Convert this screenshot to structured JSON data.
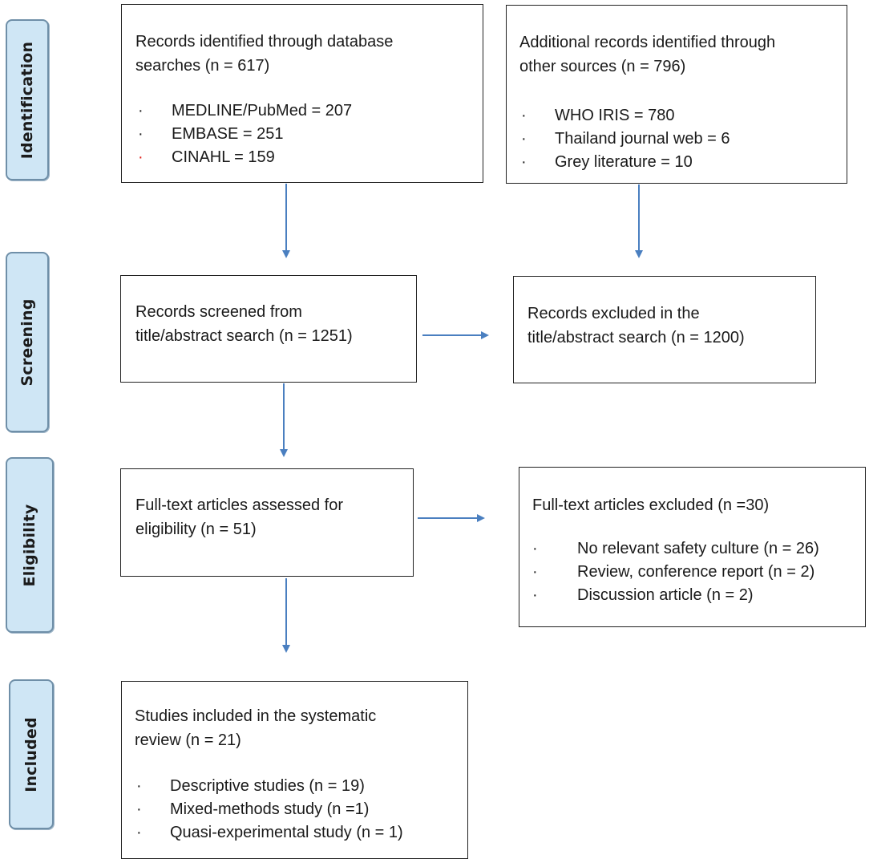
{
  "stages": [
    {
      "id": "identification",
      "label": "Identification"
    },
    {
      "id": "screening",
      "label": "Screening"
    },
    {
      "id": "eligibility",
      "label": "Eligibility"
    },
    {
      "id": "included",
      "label": "Included"
    }
  ],
  "boxes": {
    "database_records": {
      "title": "Records identified through database\nsearches  (n = 617)",
      "items": [
        "MEDLINE/PubMed = 207",
        "EMBASE = 251",
        "CINAHL = 159"
      ]
    },
    "additional_records": {
      "title": "Additional records identified through\nother sources  (n = 796)",
      "items": [
        "WHO IRIS = 780",
        "Thailand journal web = 6",
        "Grey literature = 10"
      ]
    },
    "screened": {
      "title": "Records screened from\ntitle/abstract search  (n = 1251)"
    },
    "excluded_title": {
      "title": "Records excluded in the\ntitle/abstract search  (n = 1200)"
    },
    "fulltext_assessed": {
      "title": "Full-text articles assessed for\neligibility  (n = 51)"
    },
    "fulltext_excluded": {
      "title": "Full-text articles excluded  (n =30)",
      "items": [
        "No relevant safety culture (n = 26)",
        "Review, conference report (n = 2)",
        "Discussion article (n = 2)"
      ]
    },
    "included_studies": {
      "title": "Studies included in the systematic\nreview  (n = 21)",
      "items": [
        "Descriptive studies (n = 19)",
        "Mixed-methods study (n =1)",
        "Quasi-experimental study (n = 1)"
      ]
    }
  },
  "colors": {
    "arrow": "#4a7fc0",
    "stage_fill": "#cfe6f5",
    "bullet_alt": "#e0201a"
  }
}
